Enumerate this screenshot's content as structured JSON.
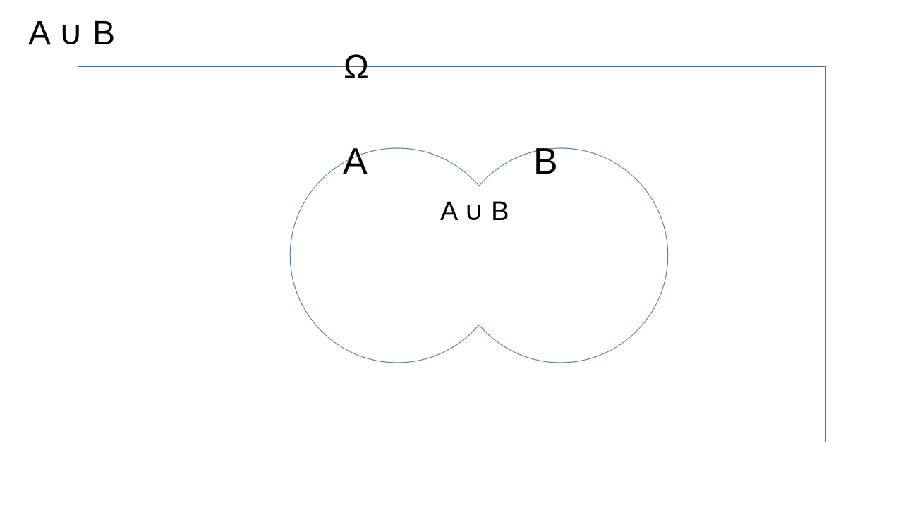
{
  "title": "A ∪ B",
  "diagram": {
    "universe_label": "Ω",
    "set_a_label": "A",
    "set_b_label": "B",
    "region_label": "A ∪ B"
  },
  "colors": {
    "outline": "#41719c",
    "text": "#000000",
    "background": "#ffffff"
  }
}
